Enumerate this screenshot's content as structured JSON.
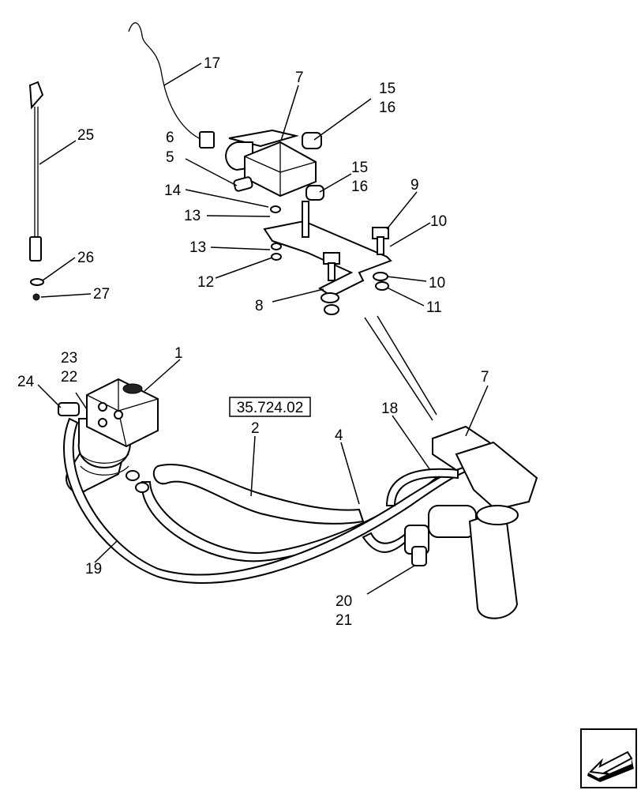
{
  "diagram": {
    "reference_box": "35.724.02",
    "callouts": {
      "c1": "1",
      "c2": "2",
      "c4": "4",
      "c5": "5",
      "c6": "6",
      "c7a": "7",
      "c7b": "7",
      "c8": "8",
      "c9": "9",
      "c10a": "10",
      "c10b": "10",
      "c11": "11",
      "c12": "12",
      "c13a": "13",
      "c13b": "13",
      "c14": "14",
      "c15a": "15",
      "c16a": "16",
      "c15b": "15",
      "c16b": "16",
      "c17": "17",
      "c18": "18",
      "c19": "19",
      "c20": "20",
      "c21": "21",
      "c22": "22",
      "c23": "23",
      "c24": "24",
      "c25": "25",
      "c26": "26",
      "c27": "27"
    }
  },
  "nav": {
    "icon": "arrow-back-icon"
  }
}
